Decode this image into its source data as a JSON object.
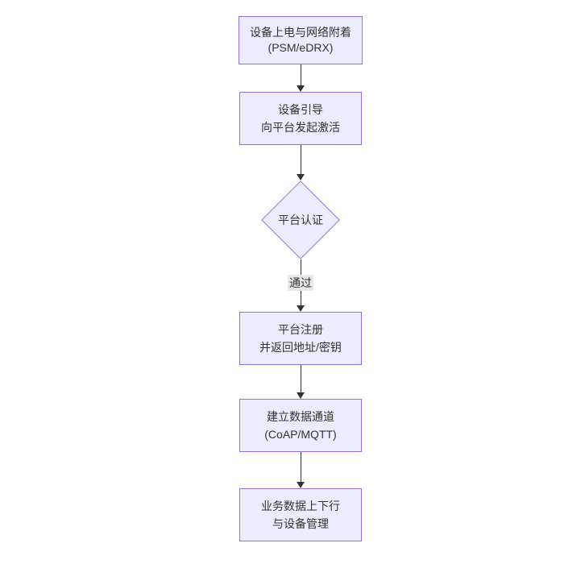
{
  "flowchart": {
    "type": "flowchart",
    "direction": "top-down",
    "nodes": {
      "power_on": {
        "shape": "rectangle",
        "line1": "设备上电与网络附着",
        "line2": "(PSM/eDRX)"
      },
      "bootstrap": {
        "shape": "rectangle",
        "line1": "设备引导",
        "line2": "向平台发起激活"
      },
      "auth": {
        "shape": "diamond",
        "line1": "平台认证"
      },
      "register": {
        "shape": "rectangle",
        "line1": "平台注册",
        "line2": "并返回地址/密钥"
      },
      "channel": {
        "shape": "rectangle",
        "line1": "建立数据通道",
        "line2": "(CoAP/MQTT)"
      },
      "business": {
        "shape": "rectangle",
        "line1": "业务数据上下行",
        "line2": "与设备管理"
      }
    },
    "edges": {
      "auth_pass_label": "通过"
    },
    "colors": {
      "node_fill": "#ECECFF",
      "node_border": "#9370DB",
      "text": "#333333",
      "arrow": "#333333",
      "edge_label_bg": "#e8e8e8",
      "background": "#ffffff"
    }
  }
}
